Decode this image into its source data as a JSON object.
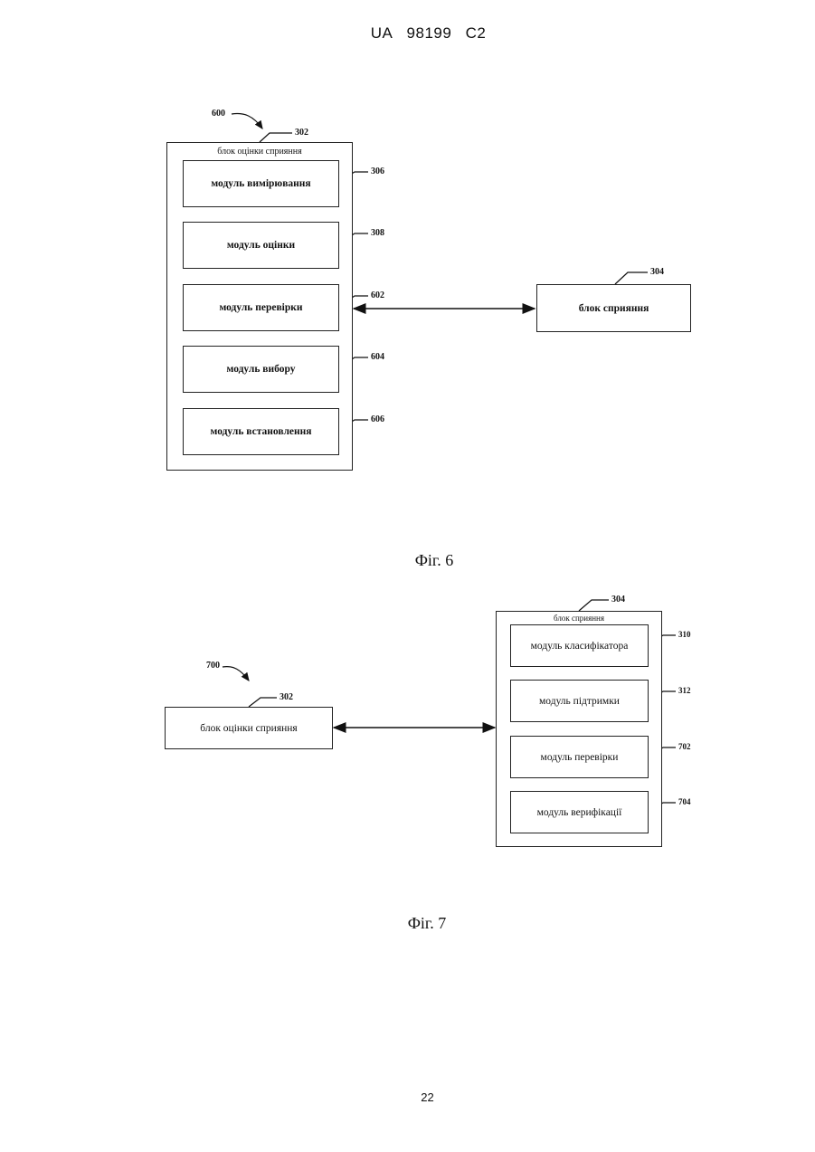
{
  "header": {
    "country": "UA",
    "number": "98199",
    "kind": "C2"
  },
  "page_number": "22",
  "fig6": {
    "ref_main": "600",
    "container_ref": "302",
    "container_title": "блок оцінки сприяння",
    "modules": [
      {
        "label": "модуль вимірювання",
        "ref": "306"
      },
      {
        "label": "модуль оцінки",
        "ref": "308"
      },
      {
        "label": "модуль перевірки",
        "ref": "602"
      },
      {
        "label": "модуль вибору",
        "ref": "604"
      },
      {
        "label": "модуль встановлення",
        "ref": "606"
      }
    ],
    "external_block": {
      "label": "блок сприяння",
      "ref": "304"
    },
    "caption": "Фіг. 6"
  },
  "fig7": {
    "ref_main": "700",
    "external_block": {
      "label": "блок оцінки сприяння",
      "ref": "302"
    },
    "container_ref": "304",
    "container_title": "блок сприяння",
    "modules": [
      {
        "label": "модуль класифікатора",
        "ref": "310"
      },
      {
        "label": "модуль підтримки",
        "ref": "312"
      },
      {
        "label": "модуль перевірки",
        "ref": "702"
      },
      {
        "label": "модуль верифікації",
        "ref": "704"
      }
    ],
    "caption": "Фіг. 7"
  }
}
